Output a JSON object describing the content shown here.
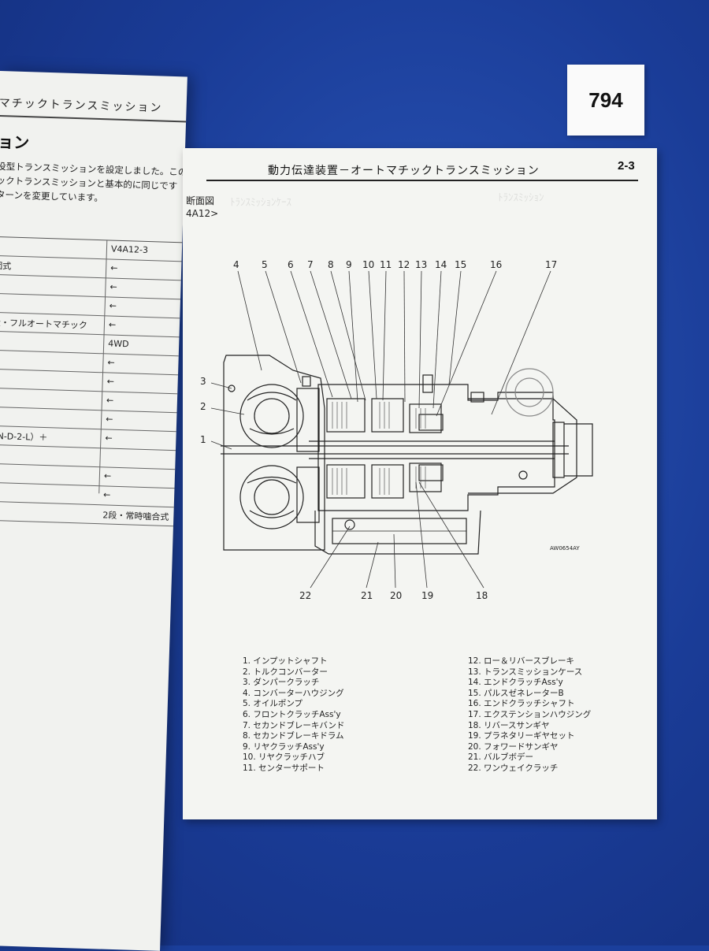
{
  "tag": {
    "number": "794"
  },
  "left_page": {
    "header": "マチックトランスミッション",
    "section_title": "ョン",
    "paragraph": [
      "没型トランスミッションを設定しました。この",
      "ックトランスミッションと基本的に同じです",
      "ターンを変更しています。"
    ],
    "table_rows": [
      {
        "label": "",
        "value": "V4A12-3"
      },
      {
        "label": "団式",
        "value": "←"
      },
      {
        "label": "",
        "value": "←"
      },
      {
        "label": "",
        "value": "←"
      },
      {
        "label": "段・フルオートマチック",
        "value": "←"
      },
      {
        "label": "",
        "value": "4WD"
      },
      {
        "label": "",
        "value": "←"
      },
      {
        "label": "",
        "value": "←"
      },
      {
        "label": "",
        "value": "←"
      },
      {
        "label": "",
        "value": "←"
      },
      {
        "label": "R-N-D-2-L）＋",
        "value": "←"
      },
      {
        "label": "",
        "value": ""
      },
      {
        "label": "",
        "value": "←"
      },
      {
        "label": "",
        "value": "←"
      },
      {
        "label": "",
        "value": "2段・常時噛合式"
      }
    ]
  },
  "right_page": {
    "title": "動力伝達装置－オートマチックトランスミッション",
    "page_number": "2-3",
    "subtitle_1": "断面図",
    "subtitle_2": "4A12>",
    "figure_code": "AW0654AY",
    "callouts_top": [
      "4",
      "5",
      "6",
      "7",
      "8",
      "9",
      "10",
      "11",
      "12",
      "13",
      "14",
      "15",
      "16",
      "17"
    ],
    "callouts_left": [
      "3",
      "2",
      "1"
    ],
    "callouts_bottom": [
      "22",
      "21",
      "20",
      "19",
      "18"
    ],
    "parts_left": [
      "1. インプットシャフト",
      "2. トルクコンバーター",
      "3. ダンパークラッチ",
      "4. コンバーターハウジング",
      "5. オイルポンプ",
      "6. フロントクラッチAss'y",
      "7. セカンドブレーキバンド",
      "8. セカンドブレーキドラム",
      "9. リヤクラッチAss'y",
      "10. リヤクラッチハブ",
      "11. センターサポート"
    ],
    "parts_right": [
      "12. ロー＆リバースブレーキ",
      "13. トランスミッションケース",
      "14. エンドクラッチAss'y",
      "15. パルスゼネレーターB",
      "16. エンドクラッチシャフト",
      "17. エクステンションハウジング",
      "18. リバースサンギヤ",
      "19. プラネタリーギヤセット",
      "20. フォワードサンギヤ",
      "21. バルブボデー",
      "22. ワンウェイクラッチ"
    ]
  }
}
